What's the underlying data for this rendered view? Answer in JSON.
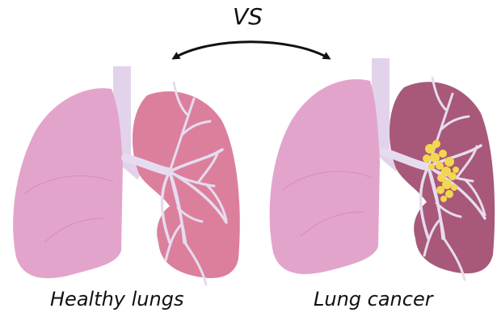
{
  "comparison_label": "VS",
  "left_caption": "Healthy lungs",
  "right_caption": "Lung cancer",
  "colors": {
    "lung_light": "#e3a4cc",
    "lung_healthy_right": "#dc7f9d",
    "lung_diseased_right": "#a85878",
    "trachea": "#e2d3ea",
    "bronchi": "#e6dcef",
    "tumor": "#f3d652",
    "text": "#111111",
    "background": "#ffffff"
  },
  "icons": {
    "arrow": "double-headed-curved-arrow",
    "healthy": "healthy-lungs-illustration",
    "cancer": "cancer-lungs-illustration"
  }
}
